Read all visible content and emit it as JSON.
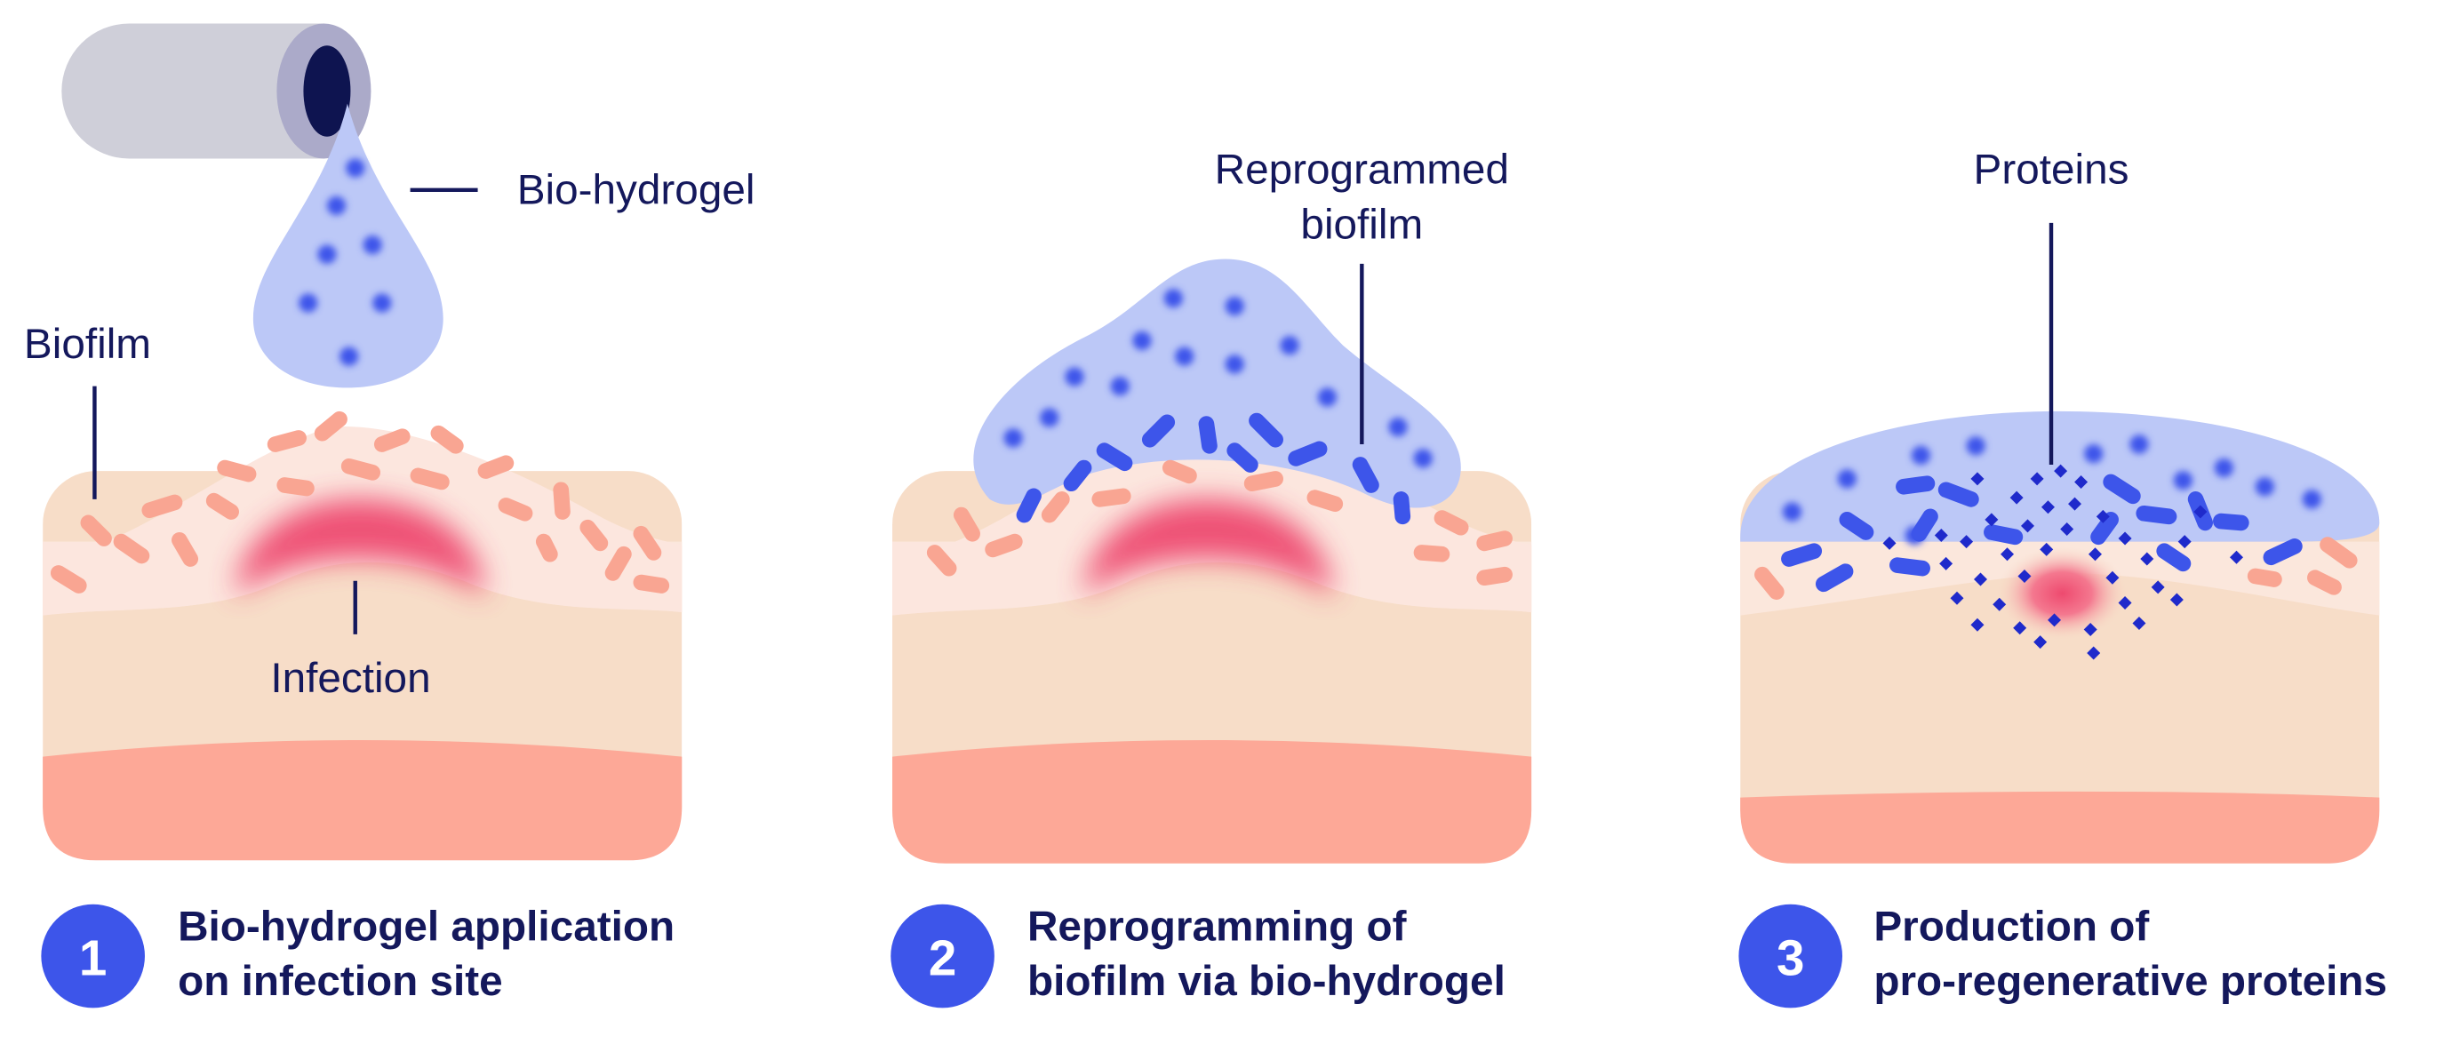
{
  "colors": {
    "navy": "#14185c",
    "accent_blue": "#3d55ea",
    "hydrogel_fill": "#bcc8f7",
    "skin_base": "#f7ddc8",
    "skin_band": "#fbe7dc",
    "biofilm_layer": "#fce6de",
    "biofilm_bacteria": "#f9a592",
    "lower_tissue": "#fda897",
    "infection": "#ee4a6f",
    "tube": "#cfcfd9"
  },
  "labels": {
    "bio_hydrogel": "Bio-hydrogel",
    "biofilm": "Biofilm",
    "infection": "Infection",
    "reprogrammed_line1": "Reprogrammed",
    "reprogrammed_line2": "biofilm",
    "proteins": "Proteins"
  },
  "steps": [
    {
      "number": "1",
      "line1": "Bio-hydrogel application",
      "line2": "on infection site"
    },
    {
      "number": "2",
      "line1": "Reprogramming of",
      "line2": "biofilm via bio-hydrogel"
    },
    {
      "number": "3",
      "line1": "Production of",
      "line2": "pro-regenerative proteins"
    }
  ],
  "icons": [
    "hydrogel-tube-icon",
    "hydrogel-droplet-icon"
  ]
}
